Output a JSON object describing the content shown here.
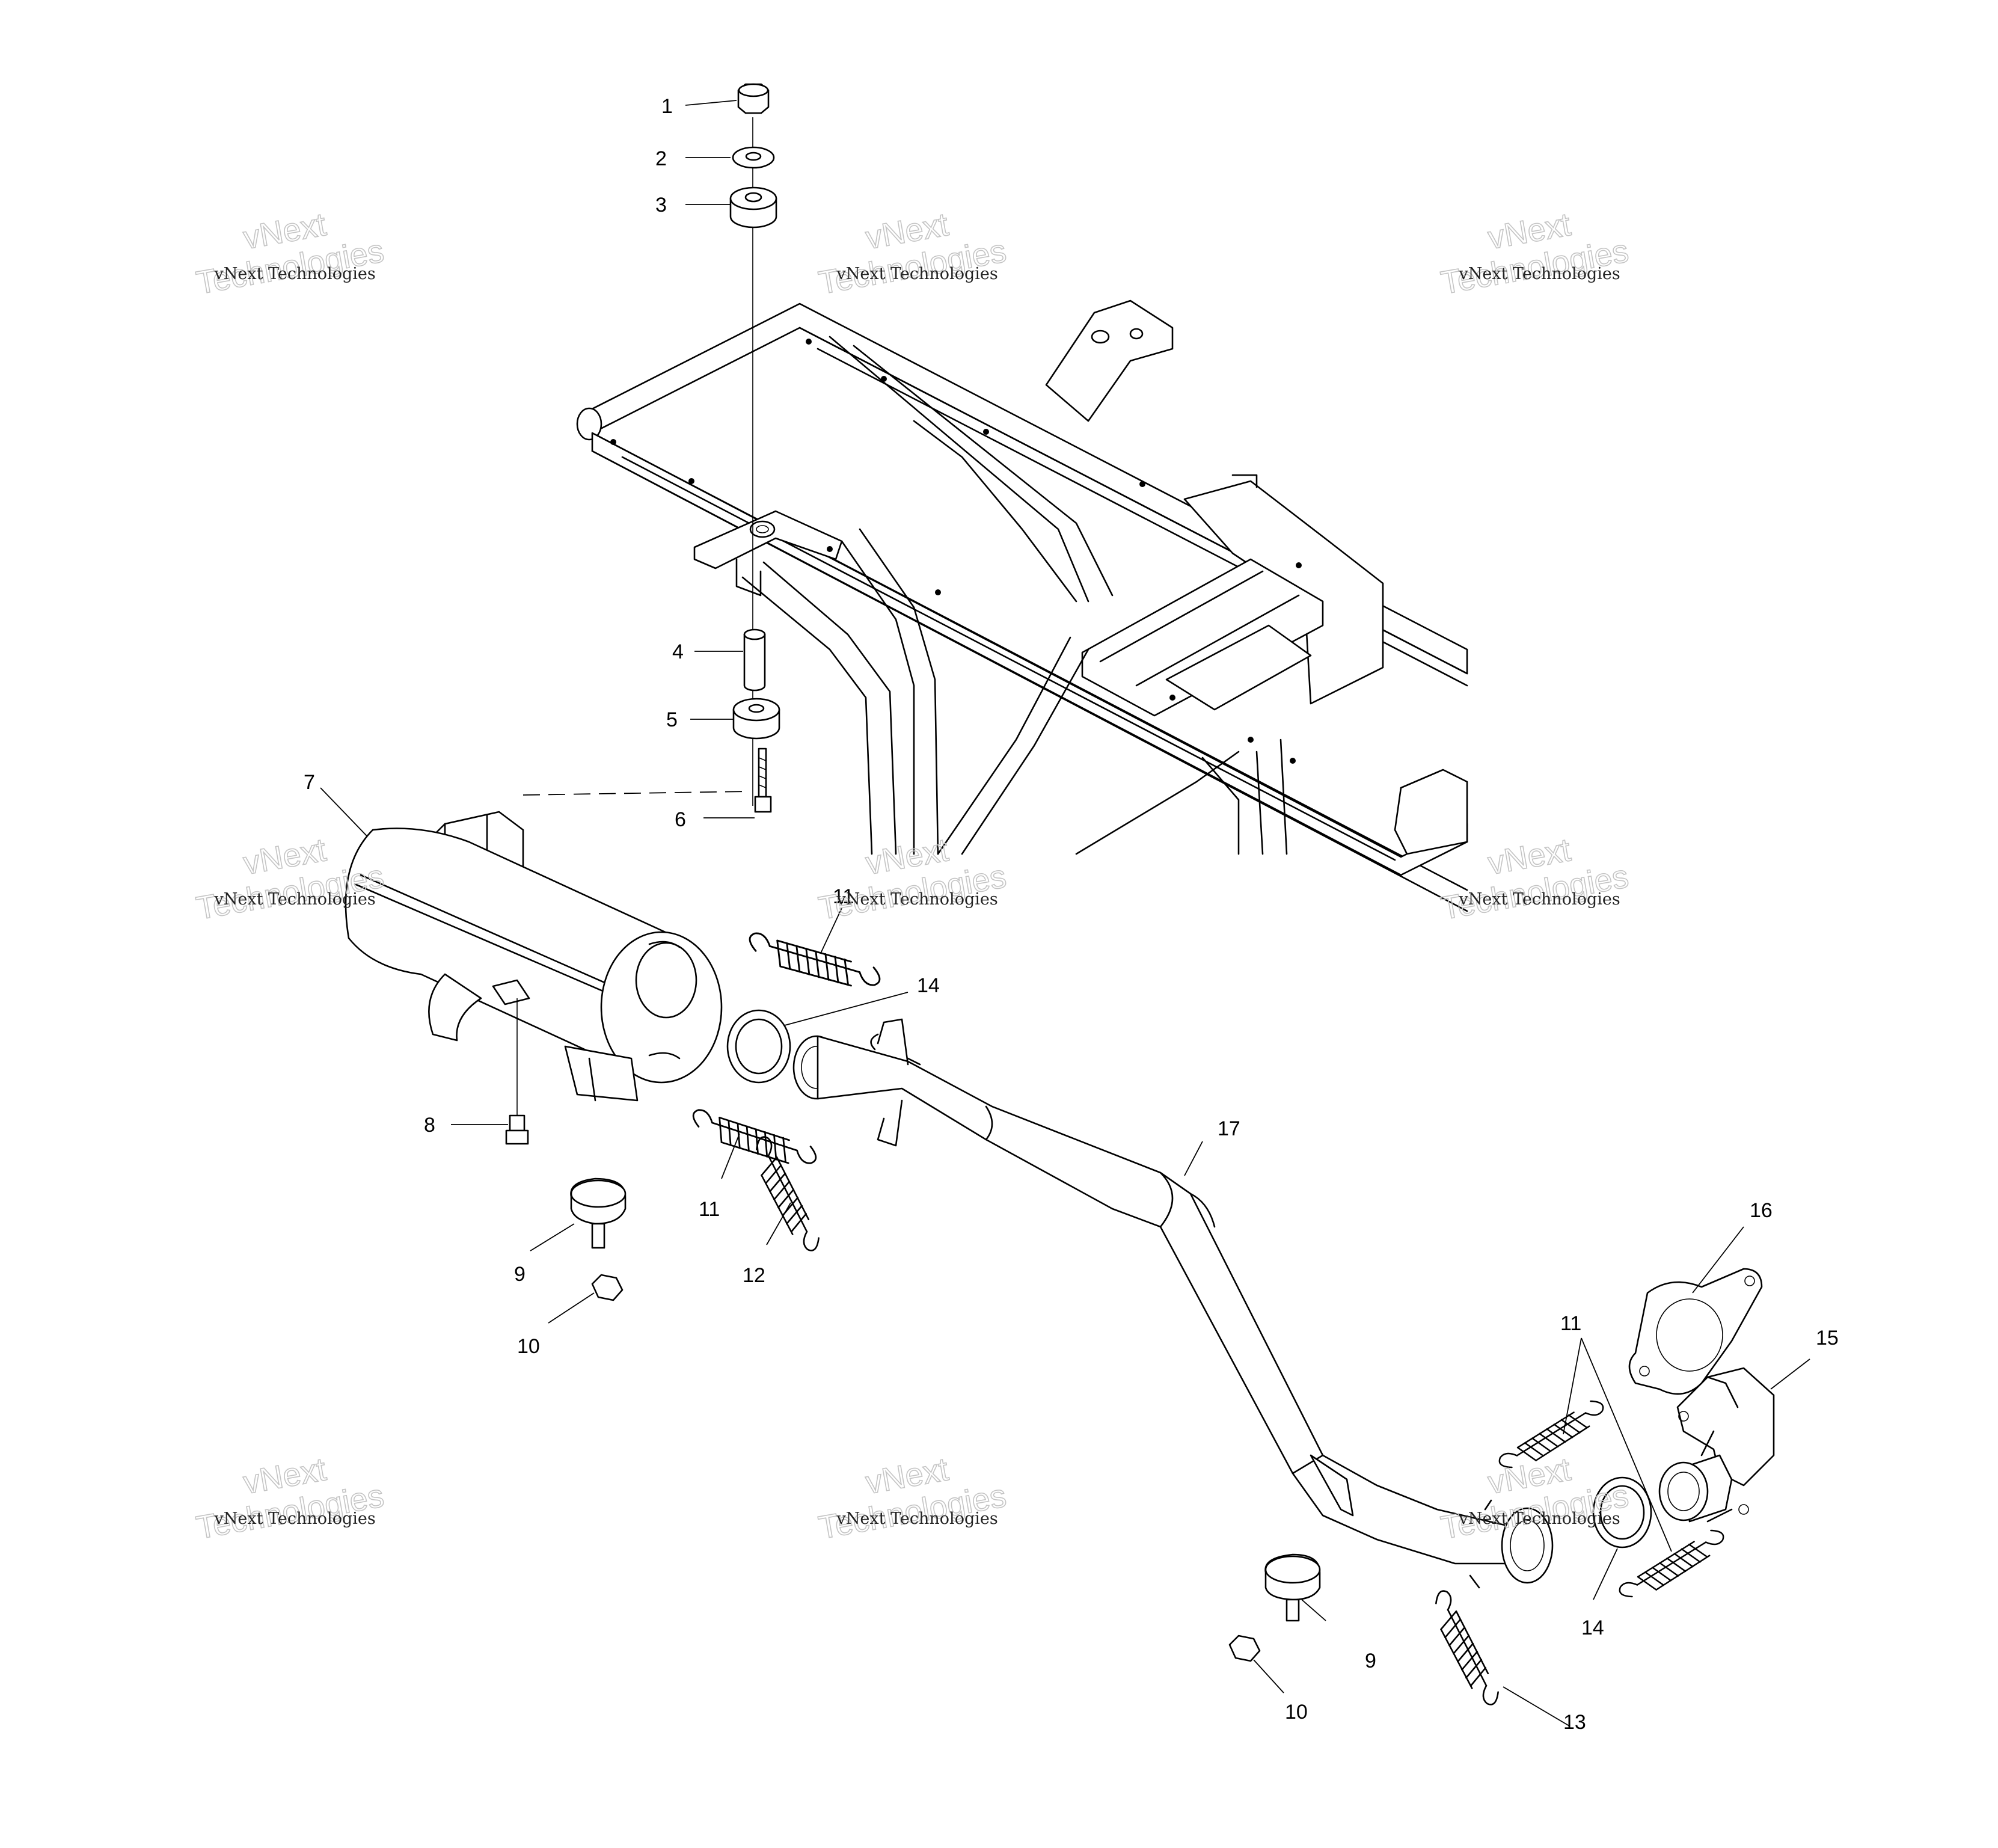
{
  "callouts": [
    {
      "label": "1"
    },
    {
      "label": "2"
    },
    {
      "label": "3"
    },
    {
      "label": "4"
    },
    {
      "label": "5"
    },
    {
      "label": "6"
    },
    {
      "label": "7"
    },
    {
      "label": "8"
    },
    {
      "label": "9"
    },
    {
      "label": "10"
    },
    {
      "label": "11"
    },
    {
      "label": "11"
    },
    {
      "label": "11"
    },
    {
      "label": "11"
    },
    {
      "label": "12"
    },
    {
      "label": "13"
    },
    {
      "label": "14"
    },
    {
      "label": "14"
    },
    {
      "label": "15"
    },
    {
      "label": "16"
    },
    {
      "label": "17"
    },
    {
      "label": "9"
    },
    {
      "label": "10"
    }
  ],
  "watermark": {
    "small": "vNext Technologies",
    "big_top": "vNext",
    "big_bottom": "Technologies"
  },
  "colors": {
    "ink": "#000000",
    "watermark": "#c4c4c4",
    "background": "#ffffff"
  }
}
